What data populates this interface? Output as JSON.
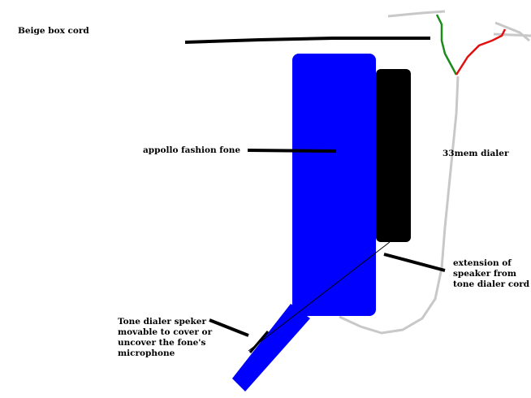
{
  "colors": {
    "phone_body": "#0000ff",
    "dialer_speaker": "#000000",
    "gray_cord": "#c8c8c8",
    "green_wire": "#1a8c1a",
    "red_wire": "#e01010",
    "pointer_line": "#000000"
  },
  "labels": {
    "beige_box_cord": "Beige box cord",
    "appollo_fashion_fone": "appollo fashion fone",
    "dialer": "33mem dialer",
    "extension_lines": [
      "extension of",
      "speaker from",
      "tone dialer cord"
    ],
    "tone_dialer_lines": [
      "Tone dialer speker",
      "movable to cover or",
      "uncover the fone's",
      "microphone"
    ]
  }
}
